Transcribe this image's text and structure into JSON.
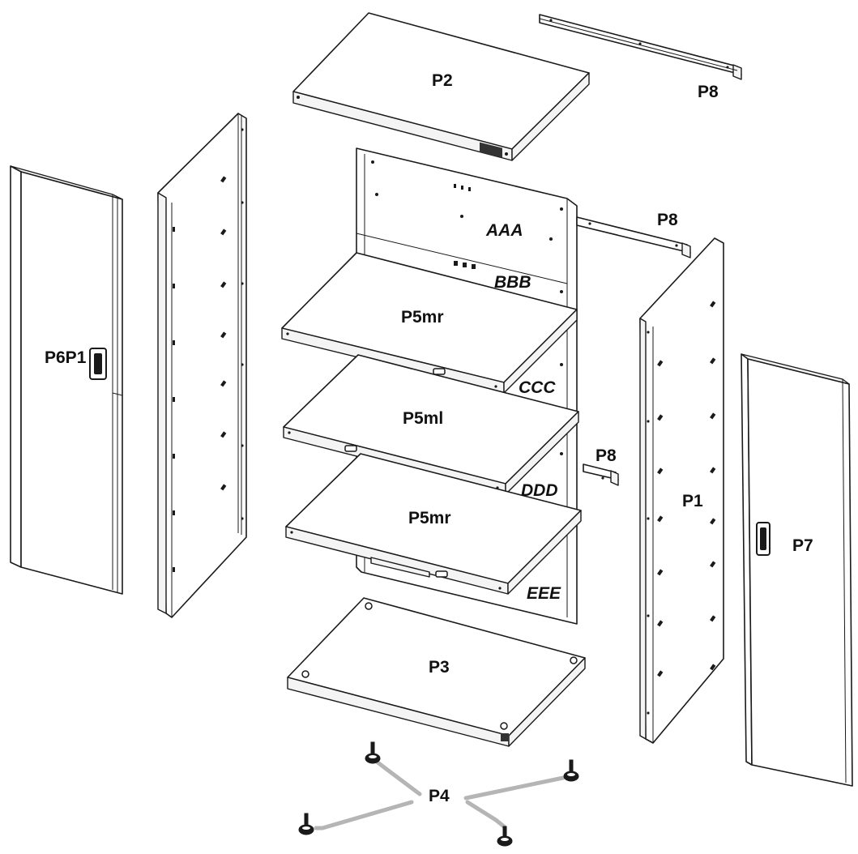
{
  "diagram": {
    "parts": {
      "top_panel": "P2",
      "top_rail": "P8",
      "mid_rail": "P8",
      "low_rail": "P8",
      "left_door": "P6P1",
      "right_side": "P1",
      "right_door": "P7",
      "shelf_upper": "P5mr",
      "shelf_middle": "P5ml",
      "shelf_lower": "P5mr",
      "bottom_panel": "P3",
      "feet": "P4"
    },
    "back_panel_marks": {
      "aaa": "AAA",
      "bbb": "BBB",
      "ccc": "CCC",
      "ddd": "DDD",
      "eee": "EEE"
    },
    "colors": {
      "line": "#1a1a1a",
      "leader": "#b5b5b5",
      "background": "#ffffff"
    }
  }
}
